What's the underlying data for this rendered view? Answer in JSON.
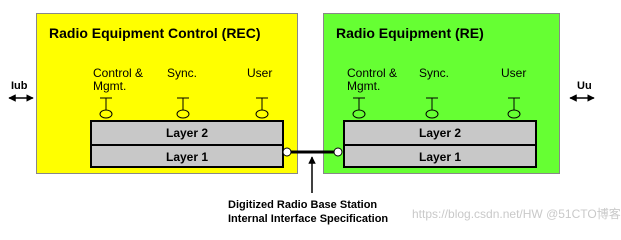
{
  "rec": {
    "title": "Radio Equipment Control (REC)",
    "saps": [
      "Control &\nMgmt.",
      "Sync.",
      "User"
    ],
    "layers": [
      "Layer 2",
      "Layer 1"
    ],
    "external_interface": "Iub"
  },
  "re": {
    "title": "Radio Equipment (RE)",
    "saps": [
      "Control &\nMgmt.",
      "Sync.",
      "User"
    ],
    "layers": [
      "Layer 2",
      "Layer 1"
    ],
    "external_interface": "Uu"
  },
  "caption": {
    "line1": "Digitized Radio Base Station",
    "line2": "Internal Interface Specification"
  },
  "watermark": "https://blog.csdn.net/HW @51CTO博客",
  "colors": {
    "rec_fill": "#ffff00",
    "re_fill": "#66ff33",
    "layer_fill": "#c8c8c8"
  }
}
